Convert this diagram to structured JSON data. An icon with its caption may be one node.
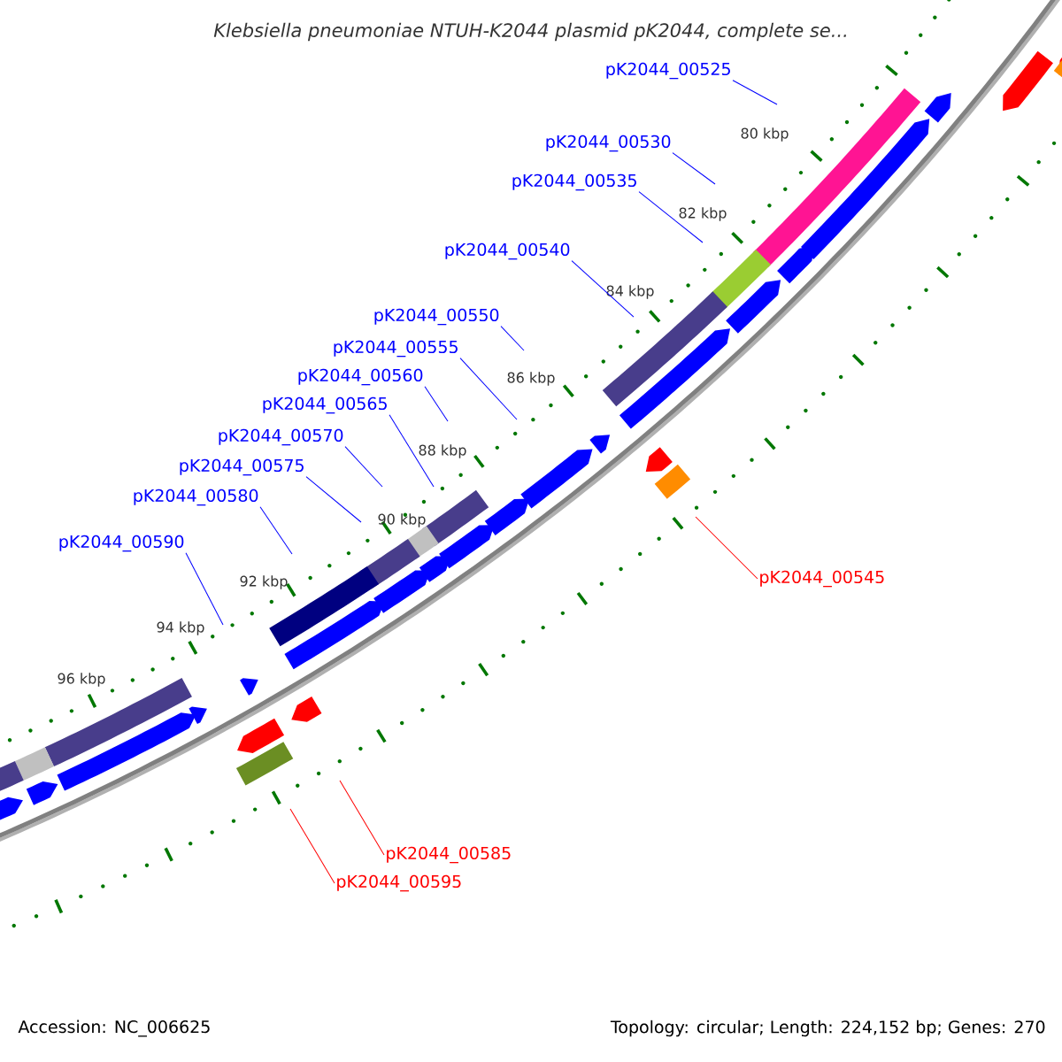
{
  "diagram": {
    "title": "Klebsiella pneumoniae NTUH-K2044 plasmid pK2044, complete se...",
    "nodes": [
      {
        "text": [
          "pK2044_00525"
        ]
      },
      {
        "text": [
          "pK2044_00530"
        ]
      },
      {
        "text": [
          "pK2044_00535"
        ]
      },
      {
        "text": [
          "pK2044_00540"
        ]
      },
      {
        "text": [
          "pK2044_00550"
        ]
      },
      {
        "text": [
          "pK2044_00555"
        ]
      },
      {
        "text": [
          "pK2044_00560"
        ]
      },
      {
        "text": [
          "pK2044_00565"
        ]
      },
      {
        "text": [
          "pK2044_00570"
        ]
      },
      {
        "text": [
          "pK2044_00575"
        ]
      },
      {
        "text": [
          "pK2044_00580"
        ]
      },
      {
        "text": [
          "pK2044_00590"
        ]
      },
      {
        "text": [
          "pK2044_00545"
        ]
      },
      {
        "text": [
          "pK2044_00585"
        ]
      },
      {
        "text": [
          "pK2044_00595"
        ]
      }
    ],
    "edges": [
      {
        "from": 0,
        "to": null,
        "arrow": "none"
      },
      {
        "from": 1,
        "to": null,
        "arrow": "none"
      },
      {
        "from": 2,
        "to": null,
        "arrow": "none"
      },
      {
        "from": 3,
        "to": null,
        "arrow": "none"
      },
      {
        "from": 4,
        "to": null,
        "arrow": "none"
      },
      {
        "from": 5,
        "to": null,
        "arrow": "none"
      },
      {
        "from": 6,
        "to": null,
        "arrow": "none"
      },
      {
        "from": 7,
        "to": null,
        "arrow": "none"
      },
      {
        "from": 8,
        "to": null,
        "arrow": "none"
      },
      {
        "from": 9,
        "to": null,
        "arrow": "none"
      },
      {
        "from": 10,
        "to": null,
        "arrow": "none"
      },
      {
        "from": 11,
        "to": null,
        "arrow": "none"
      },
      {
        "from": 12,
        "to": null,
        "arrow": "none",
        "color": "#ff0000"
      },
      {
        "from": 13,
        "to": null,
        "arrow": "none",
        "color": "#ff0000"
      },
      {
        "from": 14,
        "to": null,
        "arrow": "none",
        "color": "#ff0000"
      }
    ],
    "labels": [
      "80 kbp",
      "82 kbp",
      "84 kbp",
      "86 kbp",
      "88 kbp",
      "90 kbp",
      "92 kbp",
      "94 kbp",
      "96 kbp",
      "Accession: NC_006625",
      "Topology: circular; Length: 224,152 bp; Genes: 270"
    ]
  }
}
